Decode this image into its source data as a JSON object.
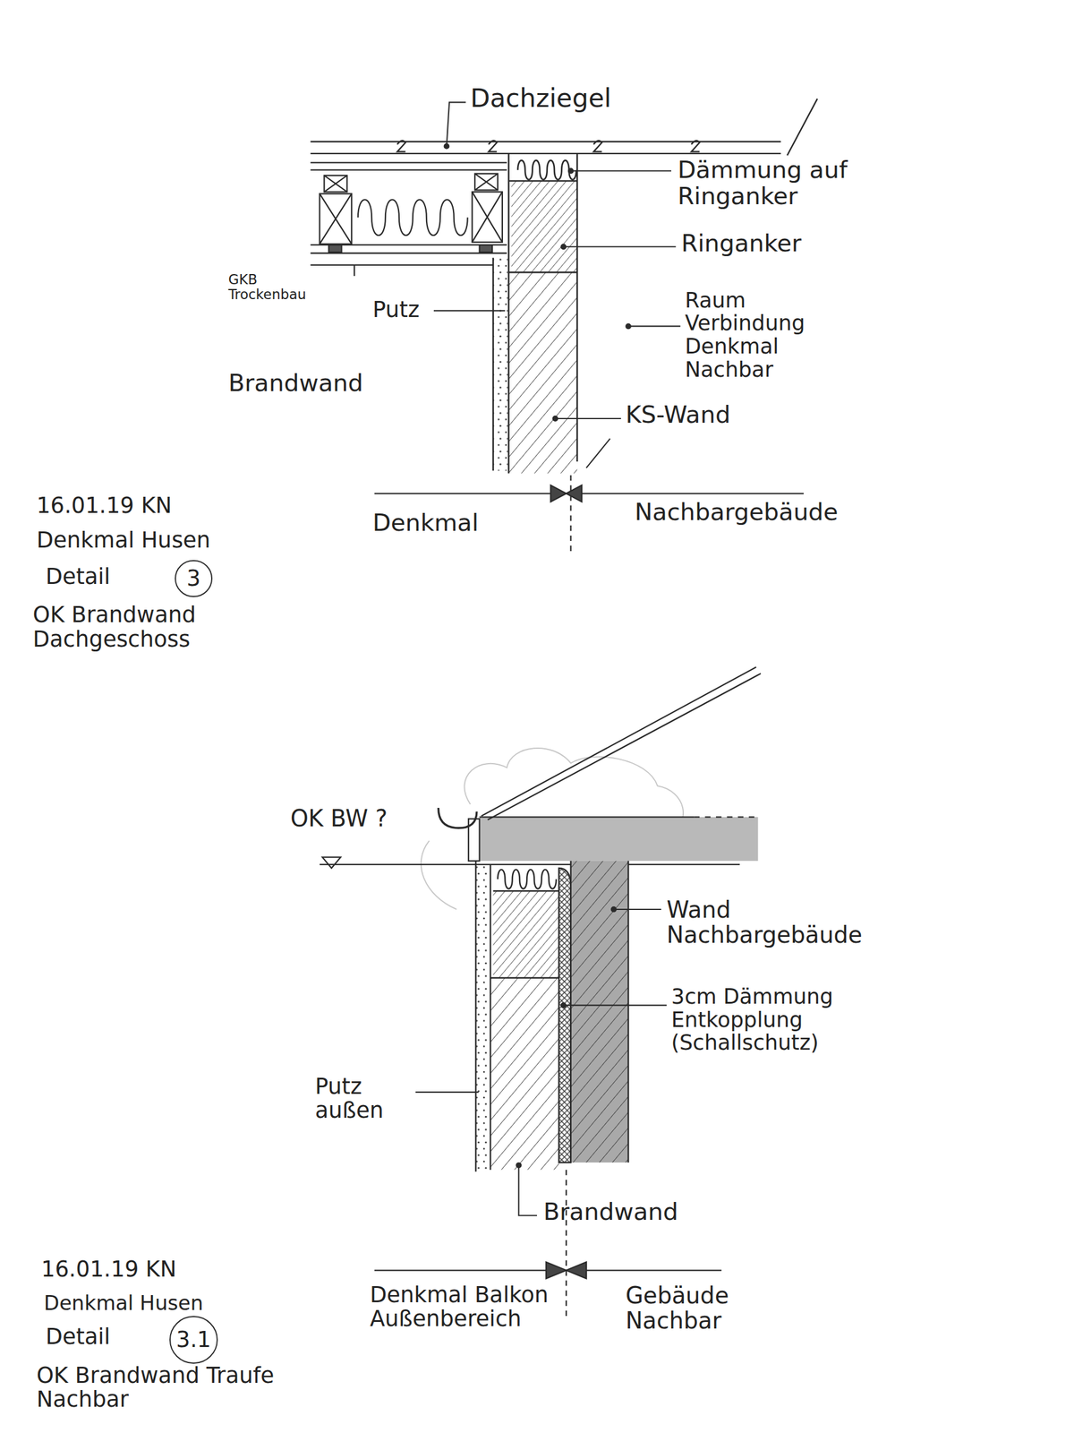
{
  "diagram": {
    "nodes": [
      {
        "text": [
          "3"
        ]
      },
      {
        "text": [
          "3.1"
        ]
      }
    ],
    "labels": [
      "Dachziegel",
      "Dämmung auf Ringanker",
      "Ringanker",
      "GKB Trockenbau",
      "Putz",
      "Raum Verbindung Denkmal Nachbar",
      "Brandwand",
      "KS-Wand",
      "Denkmal",
      "Nachbargebäude",
      "16.01.19 KN",
      "Denkmal Husen",
      "Detail",
      "OK Brandwand Dachgeschoss",
      "OK BW ?",
      "Wand Nachbargebäude",
      "3cm Dämmung Entkopplung (Schallschutz)",
      "Putz außen",
      "Brandwand",
      "Denkmal Balkon Außenbereich",
      "Gebäude Nachbar",
      "16.01.19 KN",
      "Denkmal Husen",
      "Detail",
      "OK Brandwand Traufe Nachbar"
    ]
  }
}
